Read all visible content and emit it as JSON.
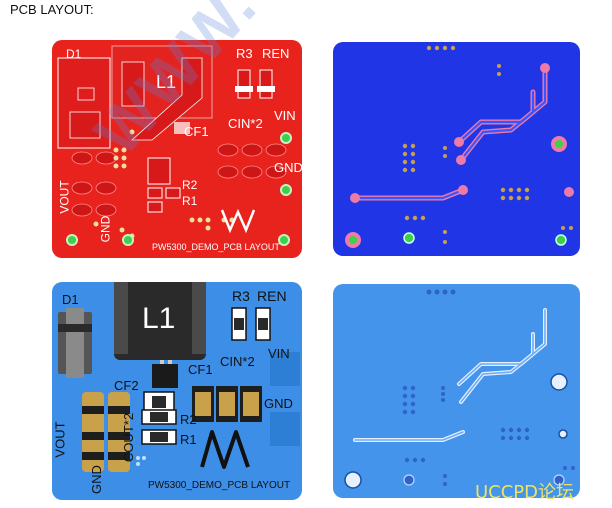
{
  "page": {
    "heading": "PCB LAYOUT:",
    "watermark": "WWW.CHIP.C",
    "forum_mark": "UCCPD论坛"
  },
  "top_layer": {
    "labels": {
      "d1": "D1",
      "l1": "L1",
      "r3": "R3",
      "ren": "REN",
      "cf": "CF1",
      "cin": "CIN*2",
      "vin": "VIN",
      "gnd_right": "GND",
      "r2": "R2",
      "r1": "R1",
      "vout": "VOUT",
      "gnd_bottom": "GND",
      "footer": "PW5300_DEMO_PCB LAYOUT"
    },
    "colors": {
      "board": "#e8231e",
      "pad": "#d8191a",
      "outline": "#ffffff",
      "via": "#3fd04a"
    }
  },
  "bottom_layer": {
    "colors": {
      "board": "#1f35e6",
      "trace": "#3a55ff",
      "pad": "#ee7aa8"
    }
  },
  "silkscreen_view": {
    "labels": {
      "d1": "D1",
      "l1": "L1",
      "r3": "R3",
      "ren": "REN",
      "cf1": "CF1",
      "cin": "CIN*2",
      "vin": "VIN",
      "gnd_right": "GND",
      "cf2": "CF2",
      "r2": "R2",
      "r1": "R1",
      "vout": "VOUT",
      "cout": "COUT*2",
      "gnd_bottom": "GND",
      "footer": "PW5300_DEMO_PCB LAYOUT"
    },
    "colors": {
      "board": "#3d8ee6",
      "component": "#2a2a2a",
      "pad": "#c9a14b"
    }
  },
  "bottom_view": {
    "colors": {
      "board": "#4394ea",
      "trace": "#6aaef7"
    }
  }
}
